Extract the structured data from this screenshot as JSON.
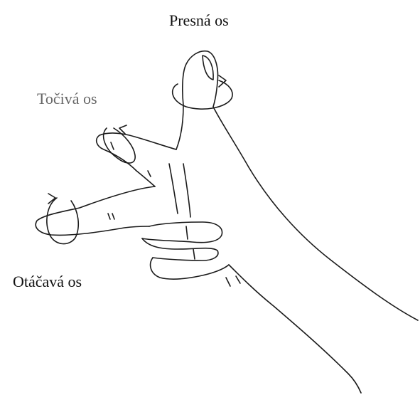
{
  "labels": {
    "presna_os": "Presná os",
    "tociva_os": "Točivá os",
    "otacava_os": "Otáčavá os"
  },
  "colors": {
    "ink": "#1a1a1a",
    "label_dark": "#111111",
    "label_gray": "#666666",
    "background": "#ffffff"
  },
  "icons": [
    "right-hand-sketch-icon",
    "rotation-arrow-icon"
  ]
}
